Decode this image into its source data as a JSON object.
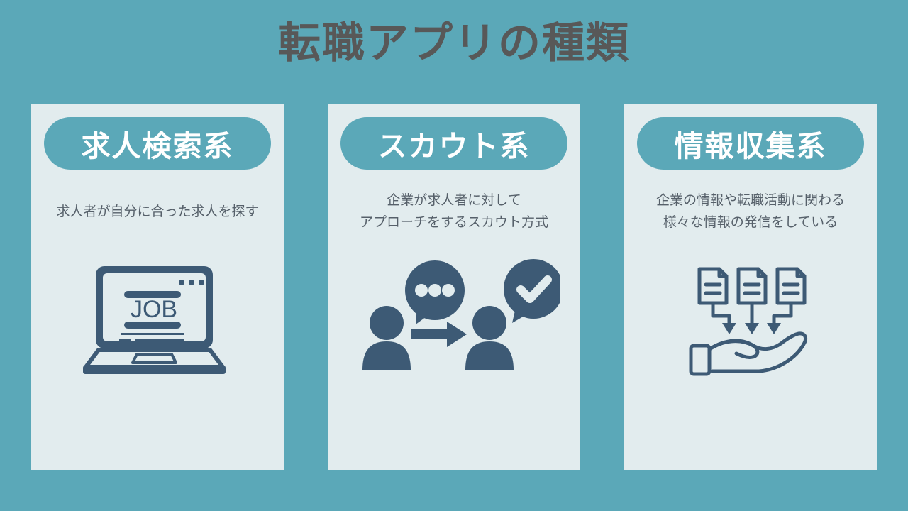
{
  "title": "転職アプリの種類",
  "colors": {
    "background": "#5ba8b8",
    "card_background": "#e2ecee",
    "badge_background": "#5ba8b8",
    "badge_text": "#ffffff",
    "title_text": "#585858",
    "body_text": "#56606a",
    "icon": "#3d5a75"
  },
  "cards": [
    {
      "badge": "求人検索系",
      "description_lines": [
        "求人者が自分に合った求人を探す"
      ],
      "icon": "laptop-job-search-icon",
      "icon_label": "JOB"
    },
    {
      "badge": "スカウト系",
      "description_lines": [
        "企業が求人者に対して",
        "アプローチをするスカウト方式"
      ],
      "icon": "two-people-scout-icon"
    },
    {
      "badge": "情報収集系",
      "description_lines": [
        "企業の情報や転職活動に関わる",
        "様々な情報の発信をしている"
      ],
      "icon": "documents-into-hand-icon"
    }
  ]
}
